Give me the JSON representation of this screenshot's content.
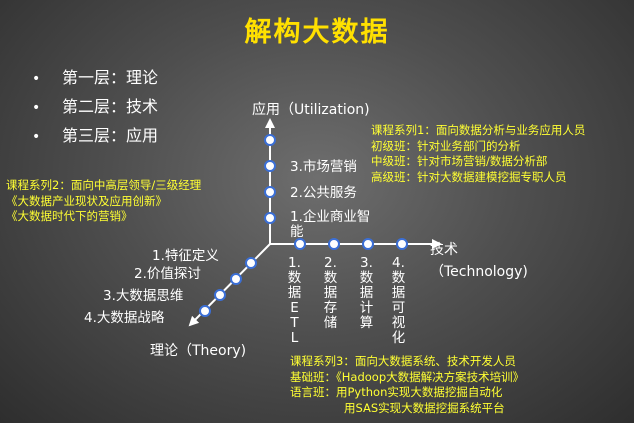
{
  "title": "解构大数据",
  "layers": [
    {
      "bullet": "•",
      "label": "第一层：理论"
    },
    {
      "bullet": "•",
      "label": "第二层：技术"
    },
    {
      "bullet": "•",
      "label": "第三层：应用"
    }
  ],
  "axes": {
    "utilization": "应用（Utilization)",
    "technology": "技术\n（Technology)",
    "theory": "理论（Theory)"
  },
  "utilization_nodes": [
    "3.市场营销",
    "2.公共服务",
    "1.企业商业智能"
  ],
  "theory_nodes": [
    "1.特征定义",
    "2.价值探讨",
    "3.大数据思维",
    "4.大数据战略"
  ],
  "technology_nodes": [
    "1.数据ETL",
    "2.数据存储",
    "3.数据计算",
    "4.数据可视化"
  ],
  "course1": {
    "head": "课程系列1：面向数据分析与业务应用人员",
    "lines": [
      "初级班：针对业务部门的分析",
      "中级班：针对市场营销/数据分析部",
      "高级班：针对大数据建模挖掘专职人员"
    ]
  },
  "course2": {
    "head": "课程系列2：面向中高层领导/三级经理",
    "lines": [
      "《大数据产业现状及应用创新》",
      "《大数据时代下的营销》"
    ]
  },
  "course3": {
    "head": "课程系列3：面向大数据系统、技术开发人员",
    "lines": [
      "基础班：《Hadoop大数据解决方案技术培训》",
      "语言班：用Python实现大数据挖掘自动化",
      "用SAS实现大数据挖掘系统平台"
    ]
  },
  "colors": {
    "title": "#ffe000",
    "course_text": "#ffff33",
    "node_stroke": "#3b6fd6",
    "axis": "#ffffff"
  }
}
